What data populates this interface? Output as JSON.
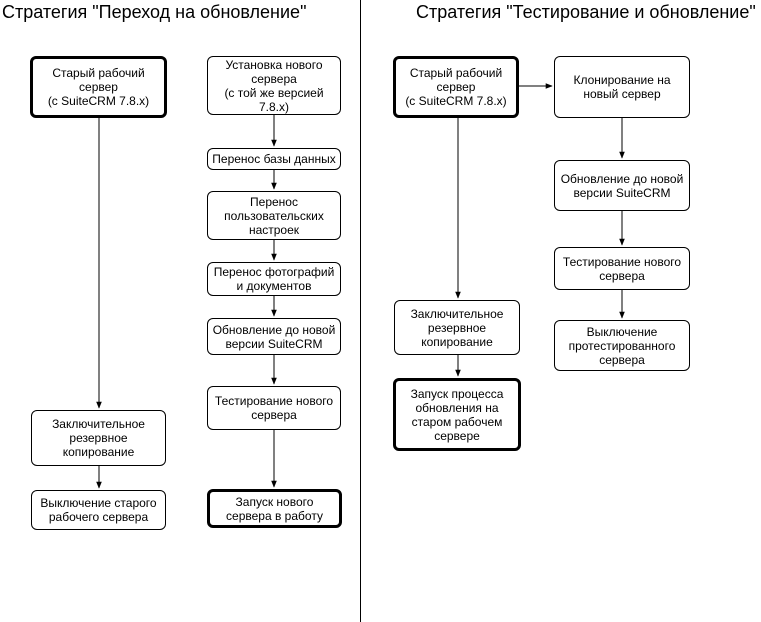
{
  "titles": {
    "left": "Стратегия \"Переход на обновление\"",
    "right": "Стратегия \"Тестирование и обновление\""
  },
  "left_a": {
    "old_server": "Старый рабочий\nсервер\n(с SuiteCRM 7.8.x)",
    "final_backup": "Заключительное\nрезервное\nкопирование",
    "shutdown_old": "Выключение старого\nрабочего сервера"
  },
  "left_b": {
    "install_new": "Установка нового\nсервера\n(с той же версией\n7.8.x)",
    "db_transfer": "Перенос базы данных",
    "settings_transfer": "Перенос\nпользовательских\nнастроек",
    "photos_transfer": "Перенос фотографий\nи документов",
    "upgrade": "Обновление до новой\nверсии SuiteCRM",
    "test_new": "Тестирование нового\nсервера",
    "launch_new": "Запуск нового\nсервера в работу"
  },
  "right_a": {
    "old_server": "Старый рабочий\nсервер\n(с SuiteCRM 7.8.x)",
    "final_backup": "Заключительное\nрезервное\nкопирование",
    "start_update": "Запуск процесса\nобновления на\nстаром рабочем\nсервере"
  },
  "right_b": {
    "clone": "Клонирование на\nновый сервер",
    "upgrade": "Обновление до новой\nверсии SuiteCRM",
    "test_new": "Тестирование нового\nсервера",
    "shutdown_tested": "Выключение\nпротестированного\nсервера"
  }
}
